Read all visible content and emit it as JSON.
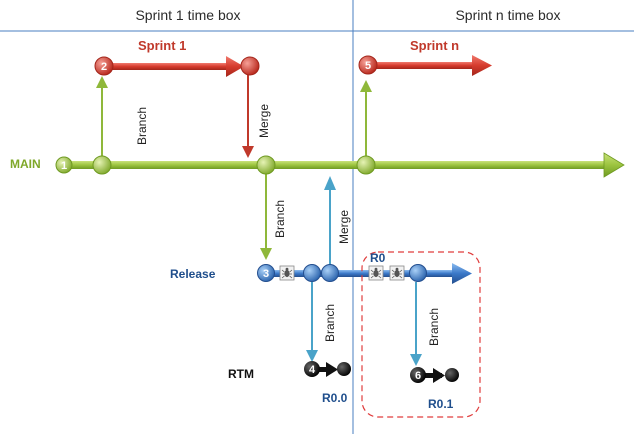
{
  "headers": {
    "sprint1_box": "Sprint 1 time box",
    "sprintn_box": "Sprint n time box"
  },
  "branches": {
    "main": "MAIN",
    "release": "Release",
    "rtm": "RTM",
    "sprint1": "Sprint 1",
    "sprintn": "Sprint n"
  },
  "actions": {
    "branch": "Branch",
    "merge": "Merge"
  },
  "markers": [
    "1",
    "2",
    "3",
    "4",
    "5",
    "6"
  ],
  "releases": {
    "r0": "R0",
    "r00": "R0.0",
    "r01": "R0.1"
  },
  "colors": {
    "main": "#8fb83a",
    "sprint": "#c0392b",
    "release": "#3a78c8",
    "rtm": "#111111",
    "branch_arrow": "#8fb83a",
    "merge_arrow_red": "#c0392b",
    "merge_arrow_blue": "#4aa3c9",
    "header_line": "#4a7fc1",
    "highlight_box": "#e03c3c"
  },
  "icons": [
    "bug-icon",
    "bug-icon",
    "bug-icon",
    "bug-icon"
  ]
}
